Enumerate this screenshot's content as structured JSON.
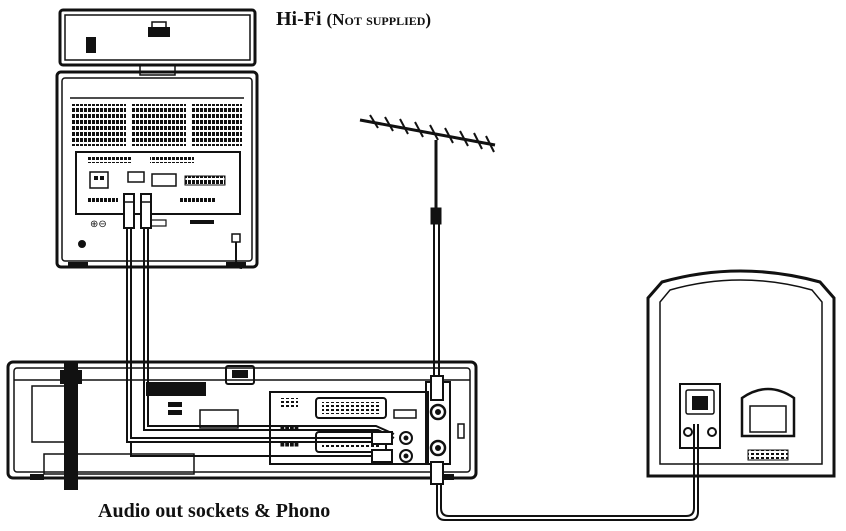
{
  "labels": {
    "hifi_main": "Hi-Fi",
    "hifi_note": "(Not supplied)",
    "audio_out": "Audio out sockets & Phono"
  },
  "colors": {
    "ink": "#111111",
    "background": "#ffffff"
  }
}
